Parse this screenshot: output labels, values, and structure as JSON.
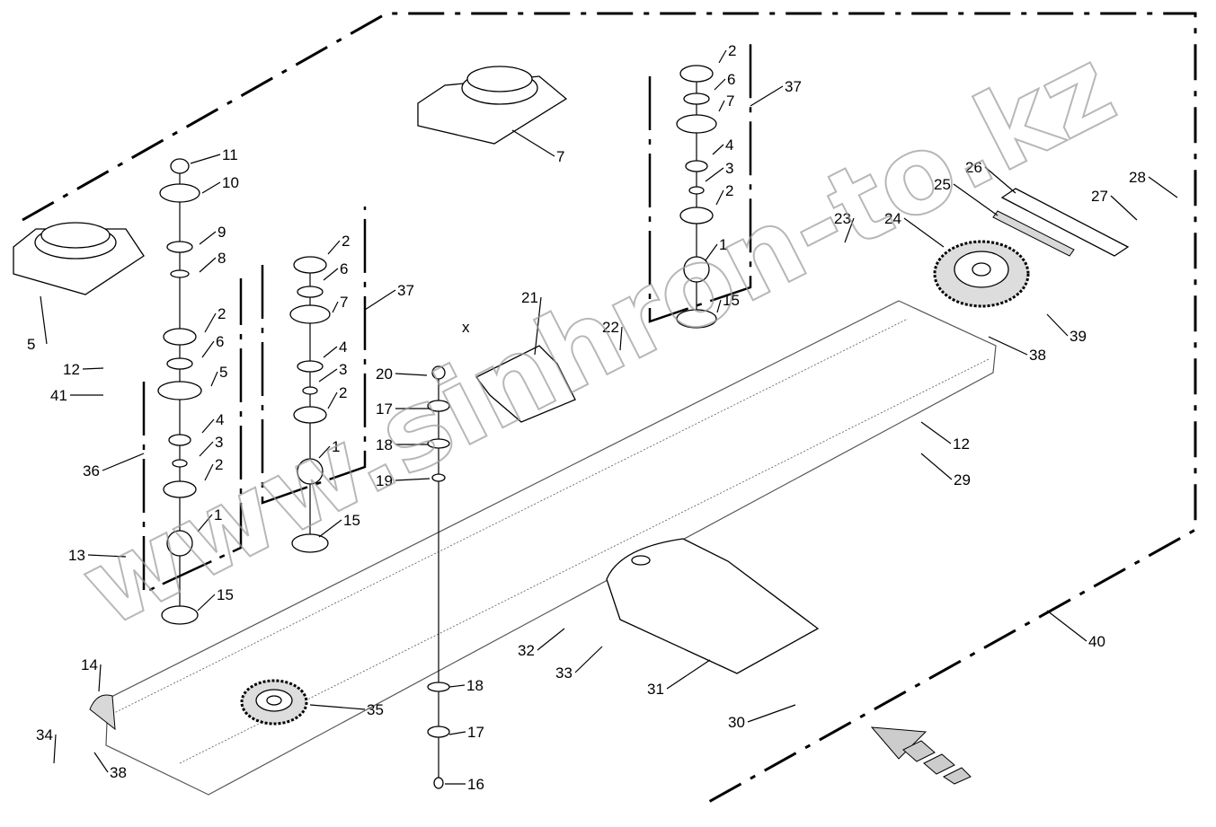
{
  "diagram": {
    "type": "exploded parts diagram",
    "watermark": "www.sinhron-to.kz",
    "dimension_label": "x",
    "callouts": [
      "11",
      "10",
      "9",
      "8",
      "2",
      "6",
      "5",
      "4",
      "3",
      "2",
      "1",
      "15",
      "36",
      "12",
      "41",
      "13",
      "5",
      "14",
      "34",
      "38",
      "35",
      "2",
      "6",
      "7",
      "4",
      "3",
      "2",
      "1",
      "15",
      "37",
      "7",
      "20",
      "17",
      "18",
      "19",
      "18",
      "17",
      "16",
      "21",
      "22",
      "2",
      "6",
      "7",
      "4",
      "3",
      "2",
      "1",
      "15",
      "37",
      "23",
      "24",
      "25",
      "26",
      "27",
      "28",
      "39",
      "38",
      "12",
      "29",
      "40",
      "31",
      "30",
      "32",
      "33"
    ]
  }
}
